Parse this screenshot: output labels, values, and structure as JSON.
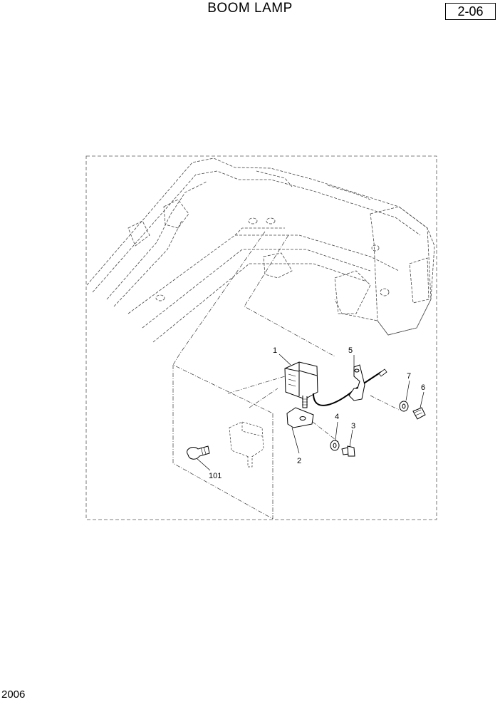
{
  "header": {
    "title": "BOOM LAMP",
    "page_ref": "2-06"
  },
  "footer": {
    "code": "2006"
  },
  "diagram": {
    "callouts": [
      "1",
      "2",
      "3",
      "4",
      "5",
      "6",
      "7",
      "101"
    ]
  }
}
